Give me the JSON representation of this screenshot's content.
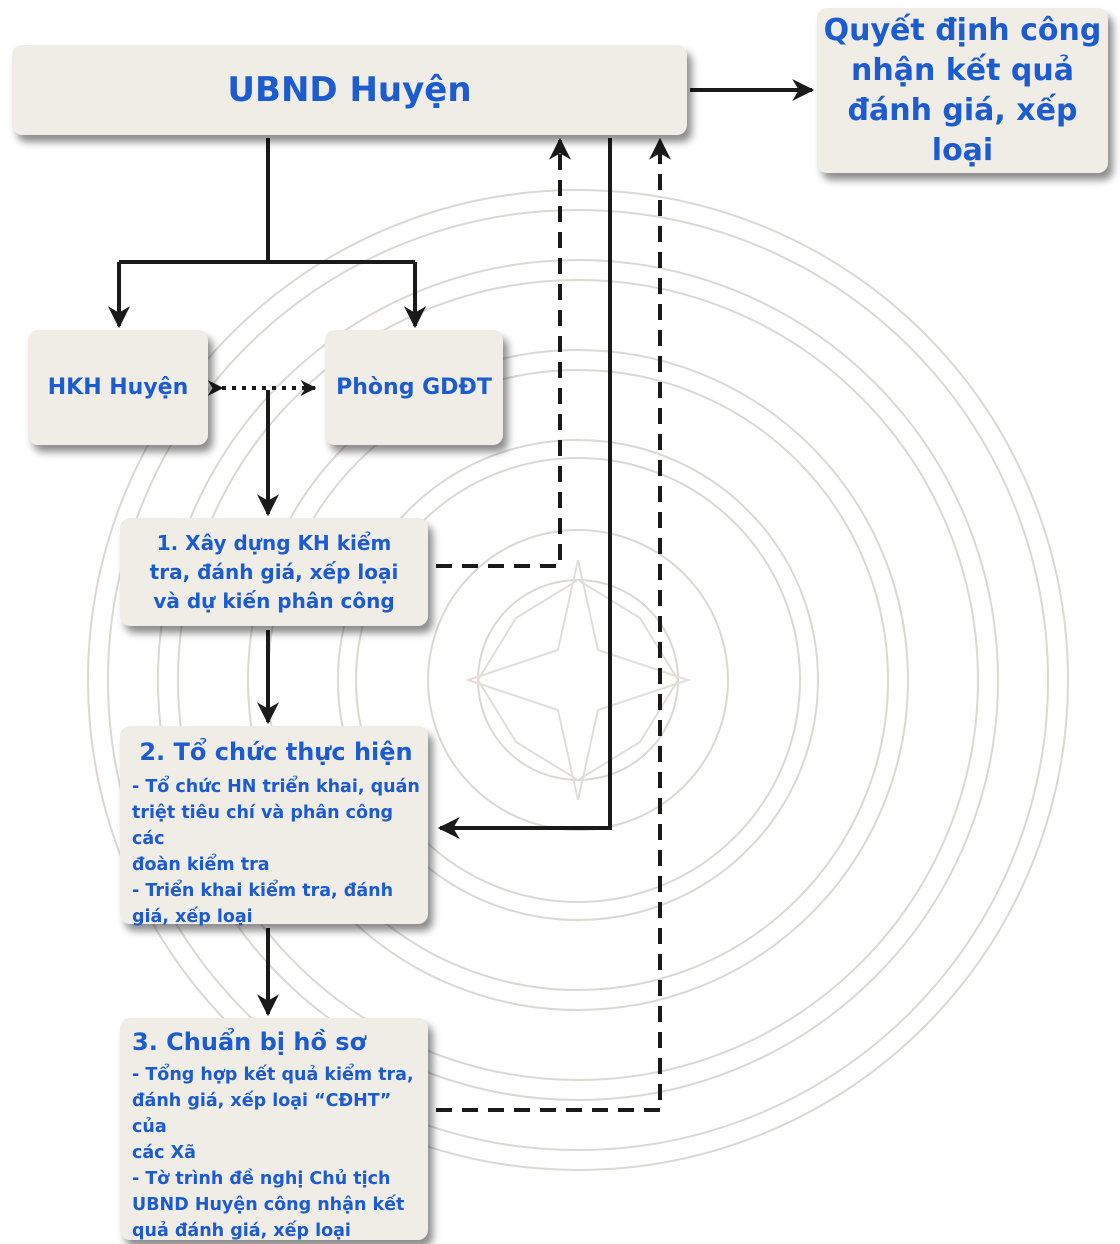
{
  "ubnd_box": {
    "label": "UBND Huyện"
  },
  "decision_box": {
    "label": "Quyết định công\nnhận kết quả\nđánh giá, xếp loại"
  },
  "hkh_box": {
    "label": "HKH Huyện"
  },
  "gddt_box": {
    "label": "Phòng GDĐT"
  },
  "step1": {
    "label": "1. Xây dựng KH kiểm\ntra, đánh giá, xếp loại\nvà dự kiến phân công"
  },
  "step2": {
    "heading": "2. Tổ chức thực hiện",
    "body": "- Tổ chức HN triển khai, quán\ntriệt tiêu chí và phân công các\nđoàn kiểm tra\n- Triển khai kiểm tra, đánh\ngiá, xếp loại"
  },
  "step3": {
    "heading": "3. Chuẩn bị hồ sơ",
    "body": "- Tổng hợp kết quả kiểm tra,\nđánh giá, xếp loại “CĐHT” của\ncác Xã\n- Tờ trình đề nghị Chủ tịch\nUBND Huyện công nhận kết\nquả đánh giá, xếp loại"
  },
  "colors": {
    "text": "#1d5bd0",
    "box": "#f0ece6",
    "line": "#1a1a1a",
    "watermark": "#d8d4cf"
  }
}
